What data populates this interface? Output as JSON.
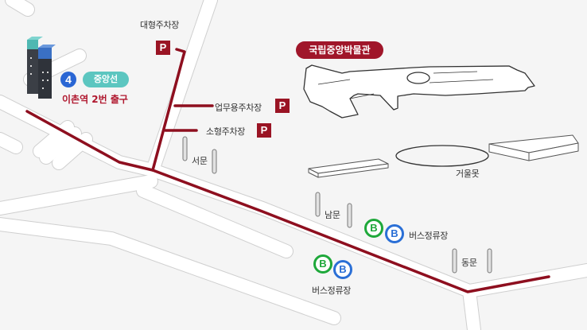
{
  "colors": {
    "route": "#8e0f1f",
    "parking": "#9a1424",
    "museum_badge": "#a0162a",
    "line_badge": "#5cc6c0",
    "line_number": "#2a66d4",
    "exit_text": "#b0172e",
    "bus_green": "#1ea83a",
    "bus_blue": "#2a6fd6",
    "road": "#ffffff",
    "road_edge": "#c8c8c8",
    "ground": "#f5f5f5"
  },
  "subway": {
    "line_number": "4",
    "line_name": "중앙선",
    "exit_label": "이촌역 2번 출구"
  },
  "parking": [
    {
      "label": "대형주차장",
      "icon": "P"
    },
    {
      "label": "업무용주차장",
      "icon": "P"
    },
    {
      "label": "소형주차장",
      "icon": "P"
    }
  ],
  "museum": {
    "label": "국립중앙박물관"
  },
  "landmarks": {
    "pond": "거울못"
  },
  "gates": {
    "west": "서문",
    "south": "남문",
    "east": "동문"
  },
  "bus_stops": [
    {
      "label": "버스정류장",
      "icons": [
        "B",
        "B"
      ]
    },
    {
      "label": "버스정류장",
      "icons": [
        "B",
        "B"
      ]
    }
  ]
}
